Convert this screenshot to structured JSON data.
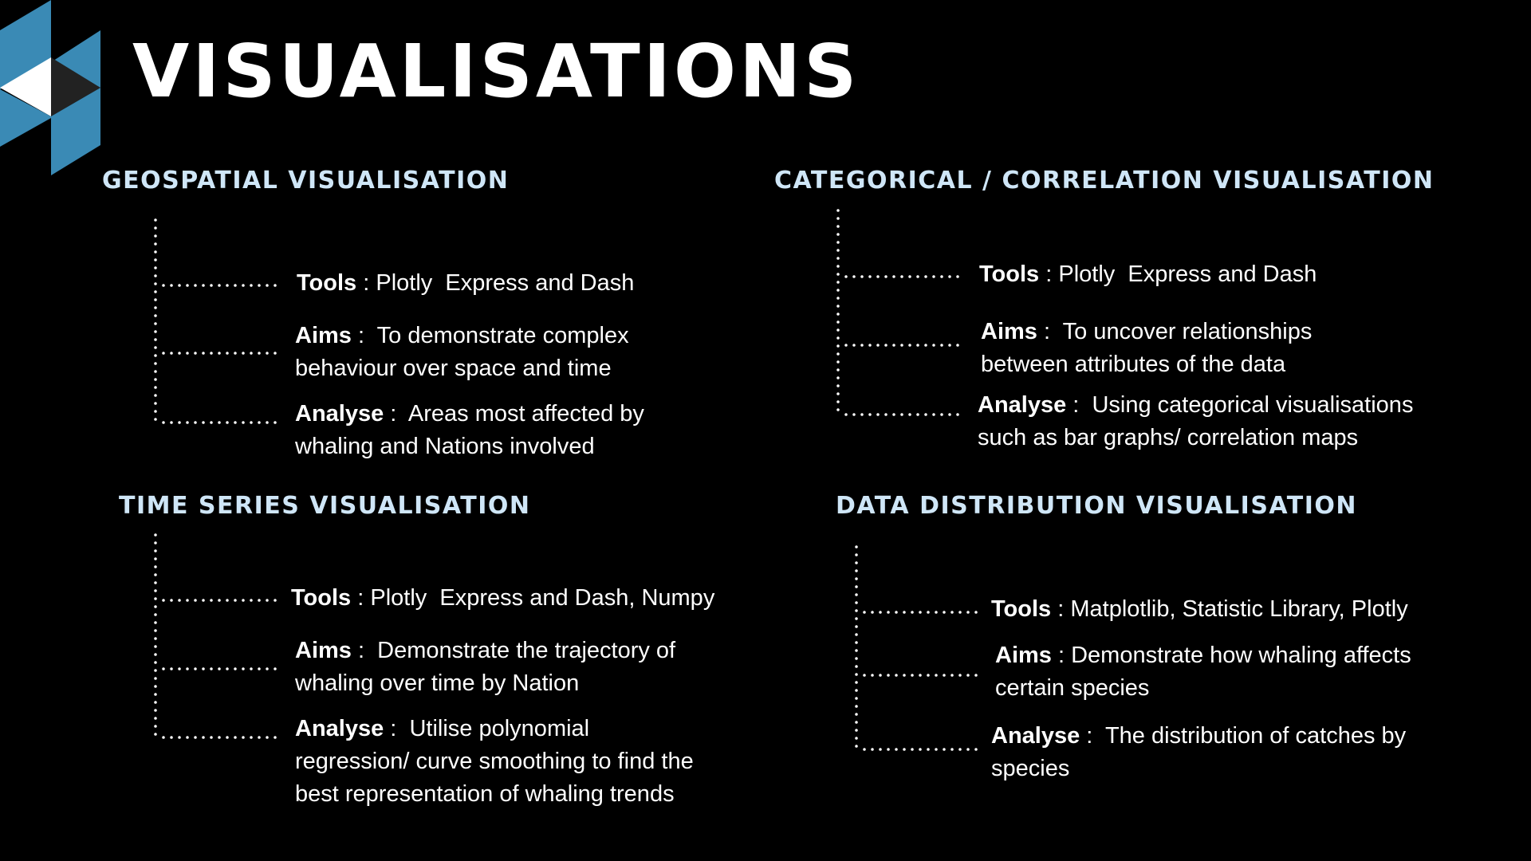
{
  "page": {
    "title": "VISUALISATIONS",
    "logo": {
      "name": "cube-logo",
      "colors": [
        "#3a8ab5",
        "#ffffff",
        "#222222"
      ]
    }
  },
  "colors": {
    "background": "#000000",
    "heading": "#cfe6f7",
    "text": "#ffffff"
  },
  "sections": {
    "geospatial": {
      "heading": "GEOSPATIAL VISUALISATION",
      "tools_key": "Tools",
      "tools_sep": " : ",
      "tools_text": "Plotly  Express and Dash",
      "aims_key": "Aims",
      "aims_sep": " :  ",
      "aims_line1": "To demonstrate complex",
      "aims_line2": "behaviour over space and time",
      "analyse_key": "Analyse",
      "analyse_sep": " :  ",
      "analyse_line1": "Areas most affected by",
      "analyse_line2": "whaling and Nations involved"
    },
    "categorical": {
      "heading": "CATEGORICAL / CORRELATION VISUALISATION",
      "tools_key": "Tools",
      "tools_sep": " : ",
      "tools_text": "Plotly  Express and Dash",
      "aims_key": "Aims",
      "aims_sep": " :  ",
      "aims_line1": "To uncover relationships",
      "aims_line2": "between attributes of the data",
      "analyse_key": "Analyse",
      "analyse_sep": " :  ",
      "analyse_line1": "Using categorical visualisations",
      "analyse_line2": "such as bar graphs/ correlation maps"
    },
    "time_series": {
      "heading": "TIME SERIES VISUALISATION",
      "tools_key": "Tools",
      "tools_sep": " : ",
      "tools_text": "Plotly  Express and Dash, Numpy",
      "aims_key": "Aims",
      "aims_sep": " :  ",
      "aims_line1": "Demonstrate the trajectory of",
      "aims_line2": "whaling over time by Nation",
      "analyse_key": "Analyse",
      "analyse_sep": " :  ",
      "analyse_line1": "Utilise polynomial",
      "analyse_line2": "regression/ curve smoothing to find the",
      "analyse_line3": "best representation of whaling trends"
    },
    "distribution": {
      "heading": "DATA DISTRIBUTION VISUALISATION",
      "tools_key": "Tools",
      "tools_sep": " : ",
      "tools_text": "Matplotlib, Statistic Library, Plotly",
      "aims_key": "Aims",
      "aims_sep": " : ",
      "aims_line1": "Demonstrate how whaling affects",
      "aims_line2": "certain species",
      "analyse_key": "Analyse",
      "analyse_sep": " :  ",
      "analyse_line1": "The distribution of catches by",
      "analyse_line2": "species"
    }
  }
}
